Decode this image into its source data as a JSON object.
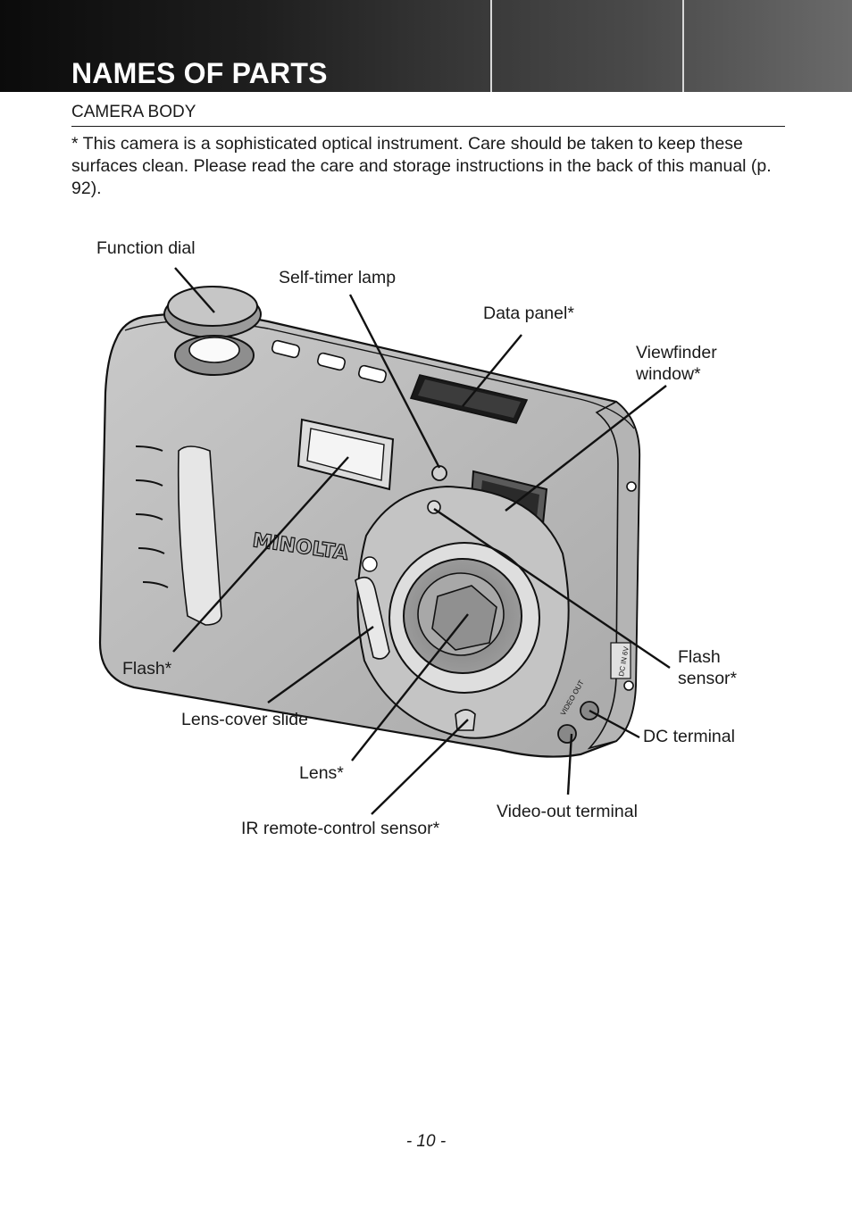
{
  "header": {
    "title": "NAMES OF PARTS"
  },
  "section": {
    "heading": "CAMERA BODY",
    "note": "* This camera is a sophisticated optical instrument. Care should be taken to keep these surfaces clean. Please read the care and storage instructions in the back of this manual (p. 92)."
  },
  "figure": {
    "brand_logo_text": "MINOLTA",
    "callouts": {
      "function_dial": "Function dial",
      "self_timer_lamp": "Self-timer lamp",
      "data_panel": "Data panel*",
      "viewfinder_window": "Viewfinder\nwindow*",
      "flash": "Flash*",
      "flash_sensor": "Flash\nsensor*",
      "lens_cover_slide": "Lens-cover slide",
      "dc_terminal": "DC terminal",
      "lens": "Lens*",
      "video_out_terminal": "Video-out terminal",
      "ir_remote_control_sensor": "IR remote-control sensor*"
    },
    "port_labels": {
      "video_out": "VIDEO OUT",
      "dc_in": "DC IN 6V"
    }
  },
  "page_number": "- 10 -"
}
